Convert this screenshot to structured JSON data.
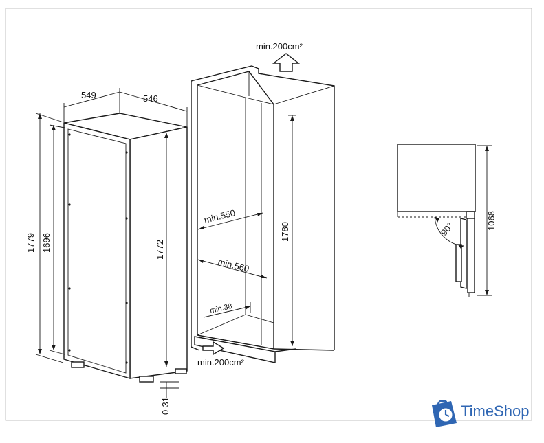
{
  "dimensions": {
    "depth_549": "549",
    "width_546": "546",
    "height_1779": "1779",
    "height_1696": "1696",
    "height_1772": "1772",
    "height_1780": "1780",
    "adjust_031": "0-31",
    "min550": "min.550",
    "min560": "min.560",
    "min38": "min.38",
    "door_1068": "1068",
    "angle_90": "90°"
  },
  "ventilation": {
    "top": "min.200cm²",
    "bottom": "min.200cm²"
  },
  "brand": {
    "name": "TimeShop",
    "color": "#2f66b3"
  },
  "icons": [
    "up-arrow-icon",
    "right-arrow-icon",
    "shopping-bag-clock-icon"
  ]
}
